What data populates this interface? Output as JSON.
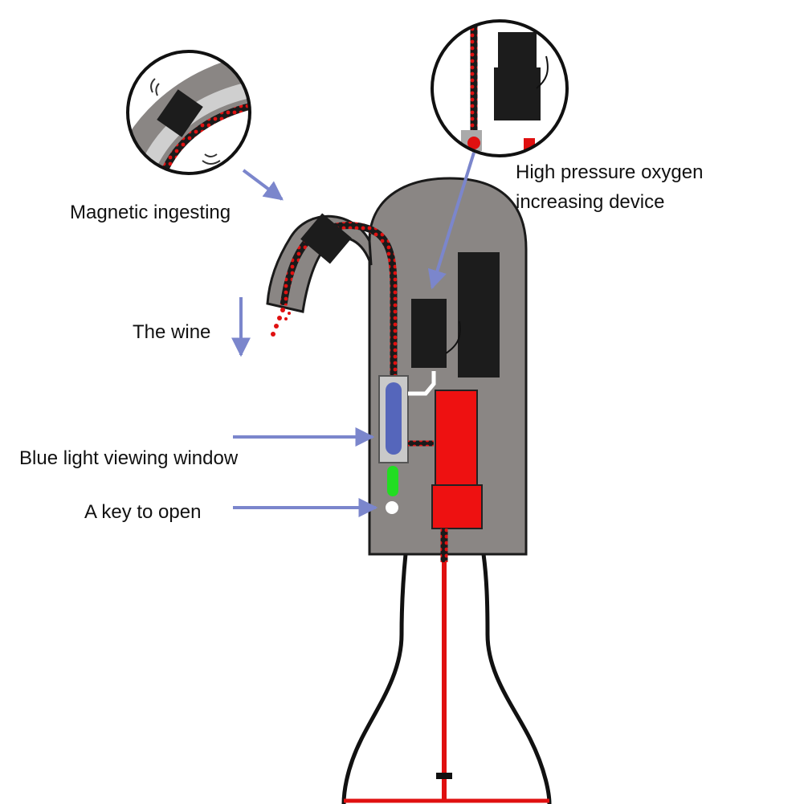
{
  "labels": {
    "magnetic": "Magnetic ingesting",
    "wine": "The wine",
    "window": "Blue light viewing window",
    "key": "A key to open",
    "oxygen_line1": "High pressure oxygen",
    "oxygen_line2": "increasing device"
  },
  "colors": {
    "body": "#8a8684",
    "outline": "#1a1a1a",
    "tube_red": "#e01010",
    "pump_red": "#ee1111",
    "dark_block": "#1c1c1c",
    "window_blue": "#5566bb",
    "indicator_green": "#22dd22",
    "arrow": "#7b86cc"
  }
}
